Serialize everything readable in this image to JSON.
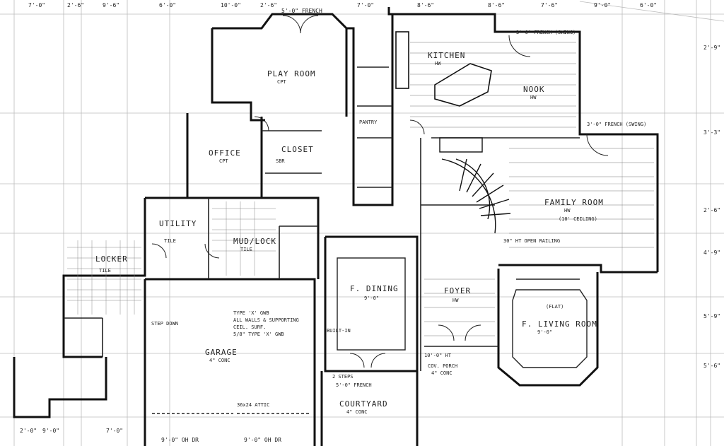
{
  "rooms": {
    "kitchen": {
      "name": "KITCHEN",
      "floor": "HW"
    },
    "nook": {
      "name": "NOOK",
      "floor": "HW"
    },
    "play_room": {
      "name": "PLAY ROOM",
      "floor": "CPT"
    },
    "office": {
      "name": "OFFICE",
      "floor": "CPT"
    },
    "closet": {
      "name": "CLOSET"
    },
    "pantry": {
      "name": "PANTRY"
    },
    "family_room": {
      "name": "FAMILY ROOM",
      "floor": "HW",
      "note": "(10' CEILING)"
    },
    "utility": {
      "name": "UTILITY",
      "floor": "TILE"
    },
    "mud": {
      "name": "MUD/LOCK",
      "floor": "TILE"
    },
    "locker": {
      "name": "LOCKER",
      "floor": "TILE"
    },
    "dining": {
      "name": "F. DINING",
      "floor": "9'-0\""
    },
    "foyer": {
      "name": "FOYER",
      "floor": "HW"
    },
    "living": {
      "name": "F. LIVING ROOM",
      "floor": "9'-0\"",
      "note": "(FLAT)"
    },
    "garage": {
      "name": "GARAGE",
      "floor": "4\" CONC"
    },
    "courtyard": {
      "name": "COURTYARD",
      "floor": "4\" CONC"
    }
  },
  "dimensions": {
    "top": [
      "7'-0\"",
      "2'-6\"",
      "9'-6\"",
      "6'-0\"",
      "10'-0\"",
      "2'-6\"",
      "5'-0\" FRENCH",
      "7'-0\"",
      "8'-6\"",
      "8'-6\"",
      "7'-6\"",
      "9'-0\"",
      "6'-0\""
    ],
    "bottom": [
      "2'-0\"",
      "9'-0\"",
      "7'-0\"",
      "9'-0\" OH DR",
      "9'-0\" OH DR"
    ],
    "right": [
      "2'-9\"",
      "3'-3\"",
      "2'-6\"",
      "4'-9\"",
      "5'-9\"",
      "5'-6\""
    ]
  },
  "annotations": {
    "stair": "30\" HT OPEN RAILING",
    "french_top": "3'-0\" FRENCH (SWING)",
    "french_nook": "3'-0\" FRENCH (SWING)",
    "garage_notes": [
      "TYPE 'X' GWB",
      "ALL WALLS & SUPPORTING",
      "CEIL. SURF.",
      "5/8\" TYPE 'X' GWB"
    ],
    "pull_stair": "36x24 ATTIC",
    "built_in": "BUILT-IN",
    "two_steps": "2 STEPS",
    "courtyard_door": "5'-0\" FRENCH",
    "foyer_door": "10'-0\" HT",
    "step_down": "STEP DOWN",
    "sbr": "SBR",
    "cov_porch": "COV. PORCH",
    "four_conc": "4\" CONC"
  }
}
